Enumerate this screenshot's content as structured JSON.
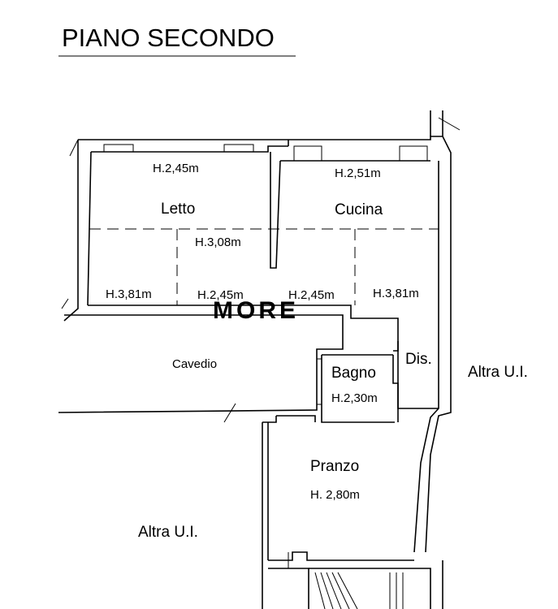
{
  "title": "PIANO SECONDO",
  "watermark": "MORE",
  "rooms": {
    "letto": {
      "name": "Letto",
      "height": "H.2,45m"
    },
    "cucina": {
      "name": "Cucina",
      "height": "H.2,51m"
    },
    "center_height": "H.3,08m",
    "bottom_row": [
      "H.3,81m",
      "H.2,45m",
      "H.2,45m",
      "H.3,81m"
    ],
    "cavedio": {
      "name": "Cavedio"
    },
    "bagno": {
      "name": "Bagno",
      "height": "H.2,30m"
    },
    "disimpegno": {
      "name": "Dis."
    },
    "pranzo": {
      "name": "Pranzo",
      "height": "H. 2,80m"
    }
  },
  "neighbors": {
    "right": "Altra U.I.",
    "bottom_left": "Altra U.I."
  }
}
